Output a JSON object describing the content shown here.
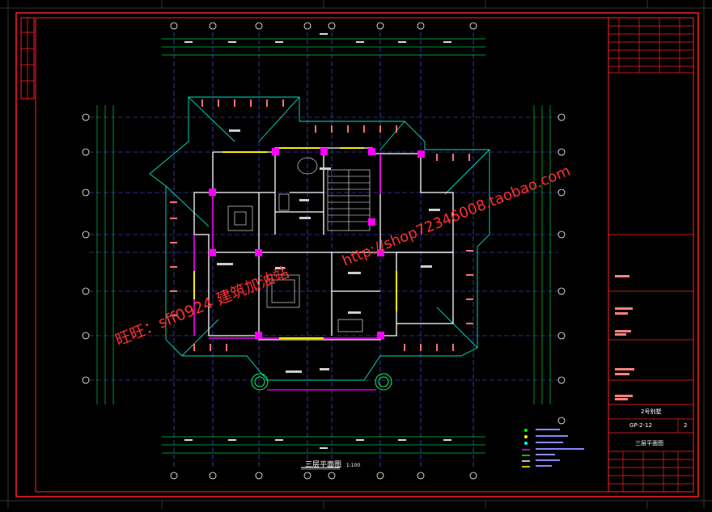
{
  "drawing": {
    "title": "三层平面图",
    "scale": "1:100",
    "project_name": "2号别墅",
    "drawing_number": "GP-2-12",
    "sheet_index": "2",
    "sheet_title": "三层平面图"
  },
  "watermark": {
    "line1": "旺旺：sff0924  建筑加油站",
    "line2": "http://shop72346008.taobao.com"
  },
  "colors": {
    "background": "#000000",
    "border": "#ff2020",
    "walls": "#ffffff",
    "columns": "#ff00ff",
    "roof_lines": "#00ffcc",
    "grid_lines": "#8080ff",
    "dimensions": "#00ff00",
    "watermark": "#ff3030"
  }
}
